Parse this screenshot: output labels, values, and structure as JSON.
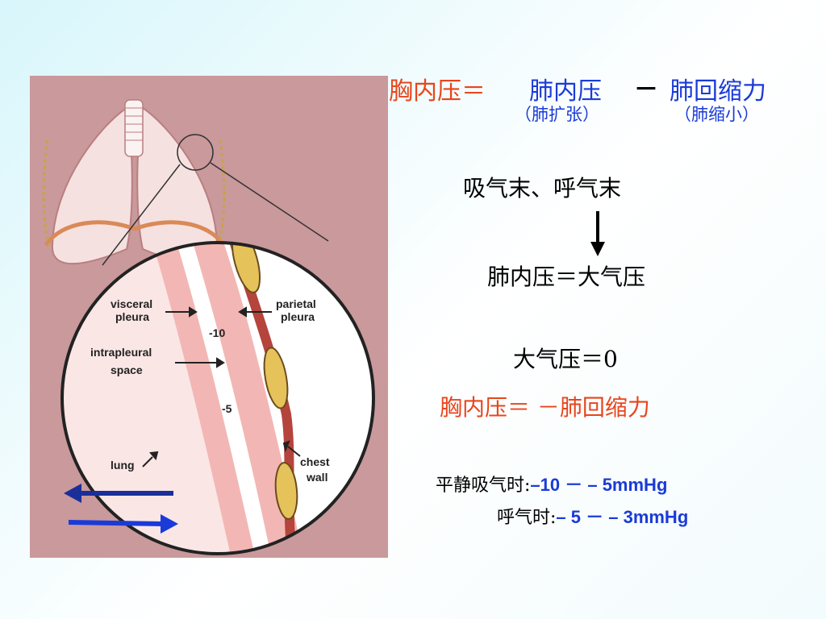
{
  "formula": {
    "lhs": "胸内压＝",
    "term1": "肺内压",
    "minus": "－",
    "term2": "肺回缩力",
    "note1": "（肺扩张）",
    "note2": "（肺缩小）"
  },
  "phase": "吸气末、呼气末",
  "equal1": "肺内压＝大气压",
  "equal2": "大气压＝0",
  "result": "胸内压＝ －肺回缩力",
  "pressures": {
    "inhale_label": "平静吸气时:",
    "inhale_value": "–10 － – 5mmHg",
    "exhale_label": "呼气时:",
    "exhale_value": "– 5 － – 3mmHg"
  },
  "diagram_labels": {
    "visceral": [
      "visceral",
      "pleura"
    ],
    "parietal": [
      "parietal",
      "pleura"
    ],
    "intrapleural": [
      "intrapleural",
      "space"
    ],
    "lung": "lung",
    "chest": [
      "chest",
      "wall"
    ],
    "val_minus10": "-10",
    "val_minus5": "-5"
  },
  "colors": {
    "red": "#e8451c",
    "blue": "#1a3bd8",
    "diagram_bg": "#c9999b"
  }
}
